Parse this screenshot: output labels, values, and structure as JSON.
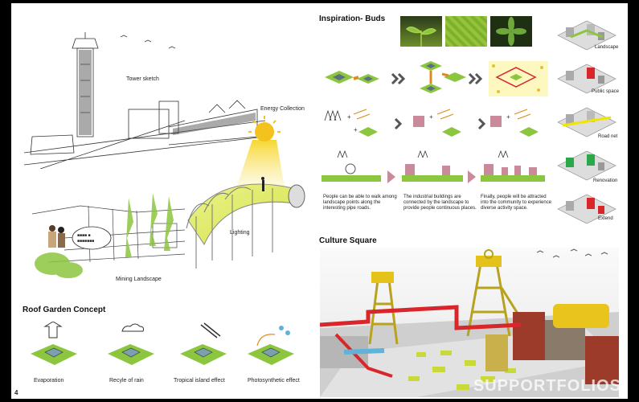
{
  "page": {
    "number": "4"
  },
  "left": {
    "tower_sketch_label": "Tower sketch",
    "energy_label": "Energy Collection",
    "lighting_label": "Lighting",
    "mining_label": "Mining Landscape",
    "roof_title": "Roof Garden Concept",
    "roof_items": [
      "Evaporation",
      "Recyle of rain",
      "Tropical island effect",
      "Photosynthetic effect"
    ]
  },
  "right": {
    "inspiration_title": "Inspiration- Buds",
    "paragraphs": [
      "People can be able to walk among landscape points along the interesting pipe roads.",
      "The industrial buildings are connected by the landscape to provide people continuous places.",
      "Finally, people will be attracted into the community to experience diverse activity space."
    ],
    "side_labels": [
      "Landscape",
      "Public space",
      "Road net",
      "Renovation",
      "Extend"
    ],
    "culture_title": "Culture Square"
  },
  "watermark": "SUPPORTFOLIOS",
  "colors": {
    "accent_green": "#8cc63f",
    "accent_yellow": "#f2e600",
    "pipe_red": "#d8262a"
  }
}
